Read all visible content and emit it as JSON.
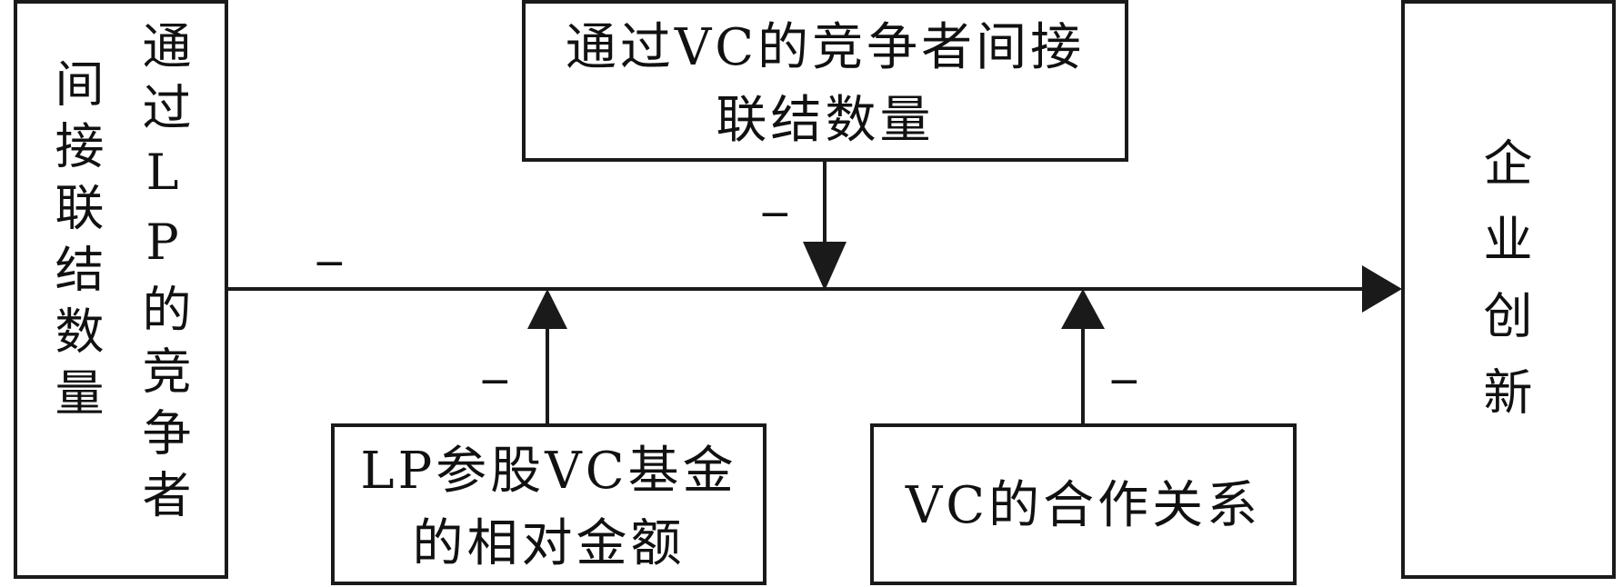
{
  "boxes": {
    "independent": {
      "col1": "通过LP的竞争者",
      "col2": "间接联结数量"
    },
    "top_moderator": {
      "line1": "通过VC的竞争者间接",
      "line2": "联结数量"
    },
    "dependent": {
      "label": "企业创新"
    },
    "bottom_left_moderator": {
      "line1": "LP参股VC基金",
      "line2": "的相对金额"
    },
    "bottom_right_moderator": {
      "label": "VC的合作关系"
    }
  },
  "signs": {
    "main_path": "−",
    "top_moderator": "−",
    "bottom_left_moderator": "−",
    "bottom_right_moderator": "−"
  }
}
